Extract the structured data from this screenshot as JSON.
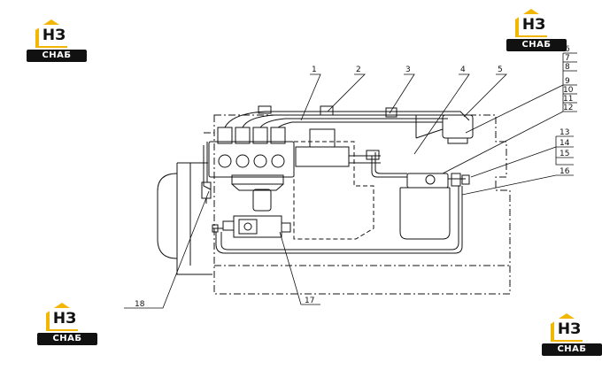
{
  "brand": {
    "mark": "НЗ",
    "name": "СНАБ",
    "color_yellow": "#f2b705",
    "color_black": "#111111"
  },
  "callouts": [
    "1",
    "2",
    "3",
    "4",
    "5",
    "6",
    "7",
    "8",
    "9",
    "10",
    "11",
    "12",
    "13",
    "14",
    "15",
    "16",
    "17",
    "18"
  ]
}
